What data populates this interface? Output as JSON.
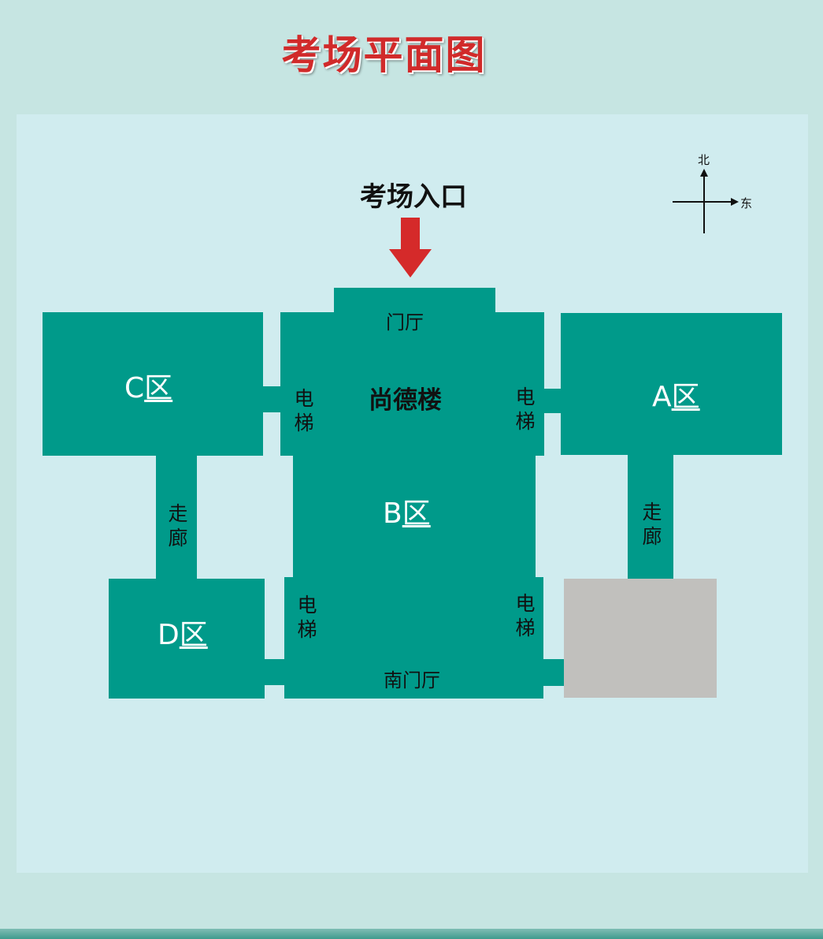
{
  "title": "考场平面图",
  "entrance": "考场入口",
  "compass": {
    "north": "北",
    "east": "东"
  },
  "building": "尚德楼",
  "lobby": "门厅",
  "south_lobby": "南门厅",
  "elevator": "电梯",
  "corridor": "走廊",
  "zones": {
    "a": {
      "letter": "A",
      "suffix": "区"
    },
    "b": {
      "letter": "B",
      "suffix": "区"
    },
    "c": {
      "letter": "C",
      "suffix": "区"
    },
    "d": {
      "letter": "D",
      "suffix": "区"
    }
  },
  "colors": {
    "building": "#009a8a",
    "arrow": "#d52a2a",
    "title": "#d12a2a",
    "panel": "#d0ecef",
    "page": "#c6e5e2",
    "blocked": "#c1c0bd"
  }
}
